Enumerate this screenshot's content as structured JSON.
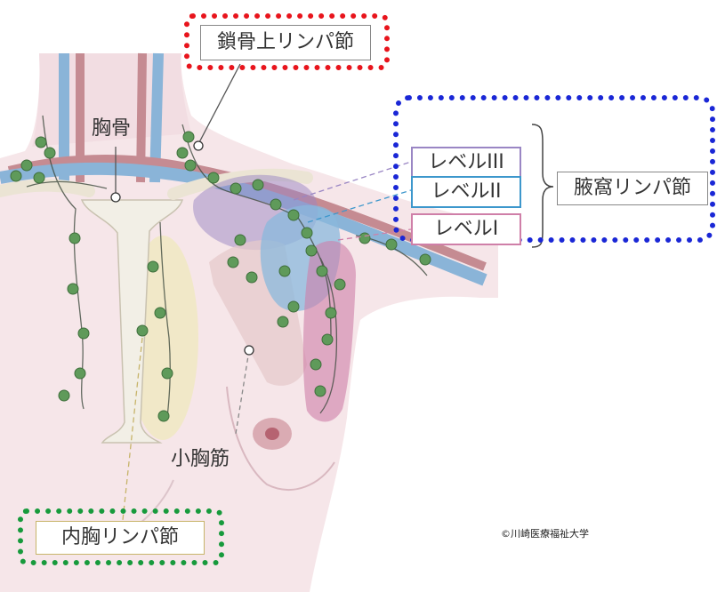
{
  "labels": {
    "supraclavicular": "鎖骨上リンパ節",
    "sternum": "胸骨",
    "level3": "レベルIII",
    "level2": "レベルII",
    "level1": "レベルI",
    "axillary": "腋窩リンパ節",
    "pectoralis_minor": "小胸筋",
    "internal_mammary": "内胸リンパ節"
  },
  "credit": "©川崎医療福祉大学",
  "colors": {
    "supraclavicular_frame": "#e8141c",
    "axillary_frame": "#1a27d6",
    "internal_mammary_frame": "#179a3c",
    "level3": "#9a86c4",
    "level2": "#3d97cc",
    "level1": "#cf7fa8",
    "lymph_node": "#5f9a5a",
    "vein": "#8ab4d8",
    "artery": "#c58b92",
    "skin": "#f6e6e9",
    "sternum_area": "#f1e8c4"
  }
}
